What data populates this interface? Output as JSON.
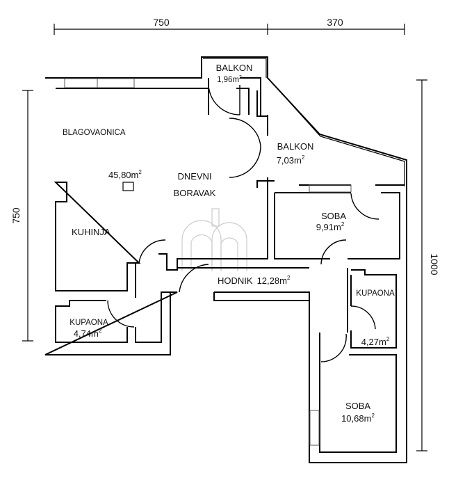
{
  "dimensions": {
    "top_left": "750",
    "top_right": "370",
    "left": "750",
    "right": "1000"
  },
  "rooms": [
    {
      "id": "balkon-small",
      "name": "BALKON",
      "area": "1,96m",
      "sup": "2"
    },
    {
      "id": "blagovaonica",
      "name": "BLAGOVAONICA"
    },
    {
      "id": "balkon-large",
      "name": "BALKON",
      "area": "7,03m",
      "sup": "2"
    },
    {
      "id": "living-area",
      "area": "45,80m",
      "sup": "2"
    },
    {
      "id": "dnevni",
      "name": "DNEVNI"
    },
    {
      "id": "boravak",
      "name": "BORAVAK"
    },
    {
      "id": "soba-1",
      "name": "SOBA",
      "area": "9,91m",
      "sup": "2"
    },
    {
      "id": "kuhinja",
      "name": "KUHINJA"
    },
    {
      "id": "hodnik",
      "name": "HODNIK",
      "area": "12,28m",
      "sup": "2"
    },
    {
      "id": "kupaona-right",
      "name": "KUPAONA",
      "area": "4,27m",
      "sup": "2"
    },
    {
      "id": "kupaona-left",
      "name": "KUPAONA",
      "area": "4,74m",
      "sup": "2"
    },
    {
      "id": "soba-2",
      "name": "SOBA",
      "area": "10,68m",
      "sup": "2"
    }
  ]
}
